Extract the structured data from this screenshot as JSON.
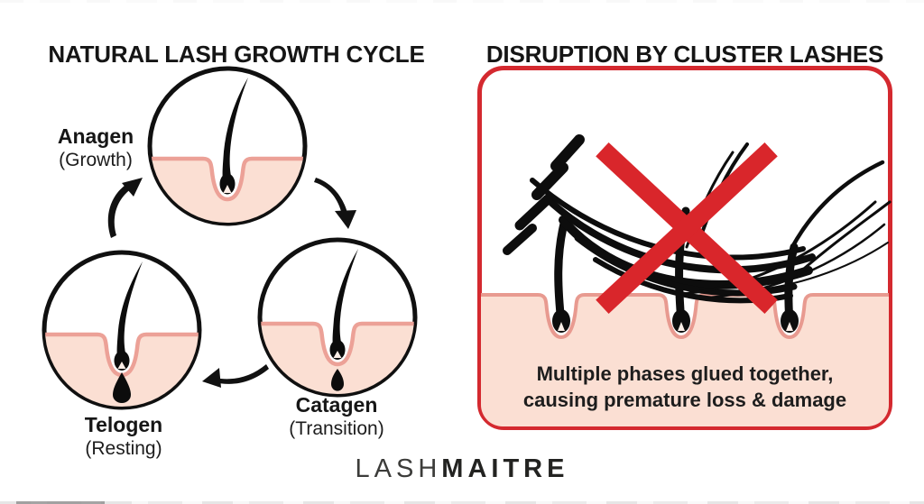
{
  "left_panel": {
    "title": "NATURAL LASH GROWTH CYCLE",
    "stages": [
      {
        "name": "Anagen",
        "phase": "(Growth)"
      },
      {
        "name": "Catagen",
        "phase": "(Transition)"
      },
      {
        "name": "Telogen",
        "phase": "(Resting)"
      }
    ]
  },
  "right_panel": {
    "title": "DISRUPTION BY CLUSTER LASHES",
    "caption_lines": [
      "Multiple phases glued together,",
      "causing premature loss & damage"
    ]
  },
  "footer": {
    "brand_light": "LASH",
    "brand_bold": "MAITRE"
  },
  "colors": {
    "accent_red": "#d9262b",
    "skin": "#fbdfd3",
    "skin_outline": "#eca197",
    "ink": "#111111"
  },
  "icons": {
    "red_x_icon": "prohibition-cross",
    "cycle_arrow_icons": "curved-clockwise-arrows"
  }
}
